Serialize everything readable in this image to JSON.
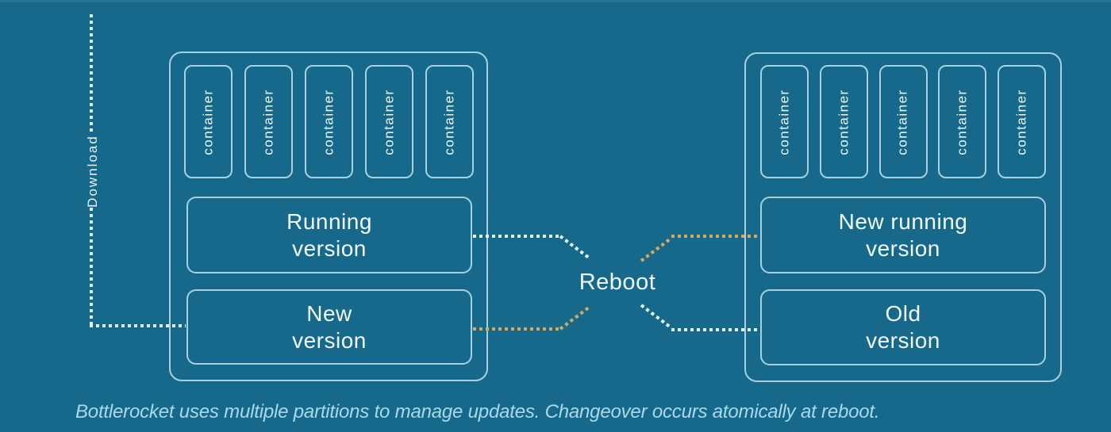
{
  "colors": {
    "background": "#17698c",
    "border": "#a6d1e0",
    "text": "#f2fafc",
    "dot_white": "#e6f2f8",
    "dot_orange": "#d4aa5e",
    "caption": "#a9d9e9"
  },
  "labels": {
    "download": "Download",
    "reboot": "Reboot",
    "caption": "Bottlerocket uses multiple partitions to manage updates. Changeover occurs atomically at reboot."
  },
  "left_host": {
    "containers": [
      "container",
      "container",
      "container",
      "container",
      "container"
    ],
    "partitions": {
      "top": "Running\nversion",
      "bottom": "New\nversion"
    }
  },
  "right_host": {
    "containers": [
      "container",
      "container",
      "container",
      "container",
      "container"
    ],
    "partitions": {
      "top": "New running\nversion",
      "bottom": "Old\nversion"
    }
  }
}
